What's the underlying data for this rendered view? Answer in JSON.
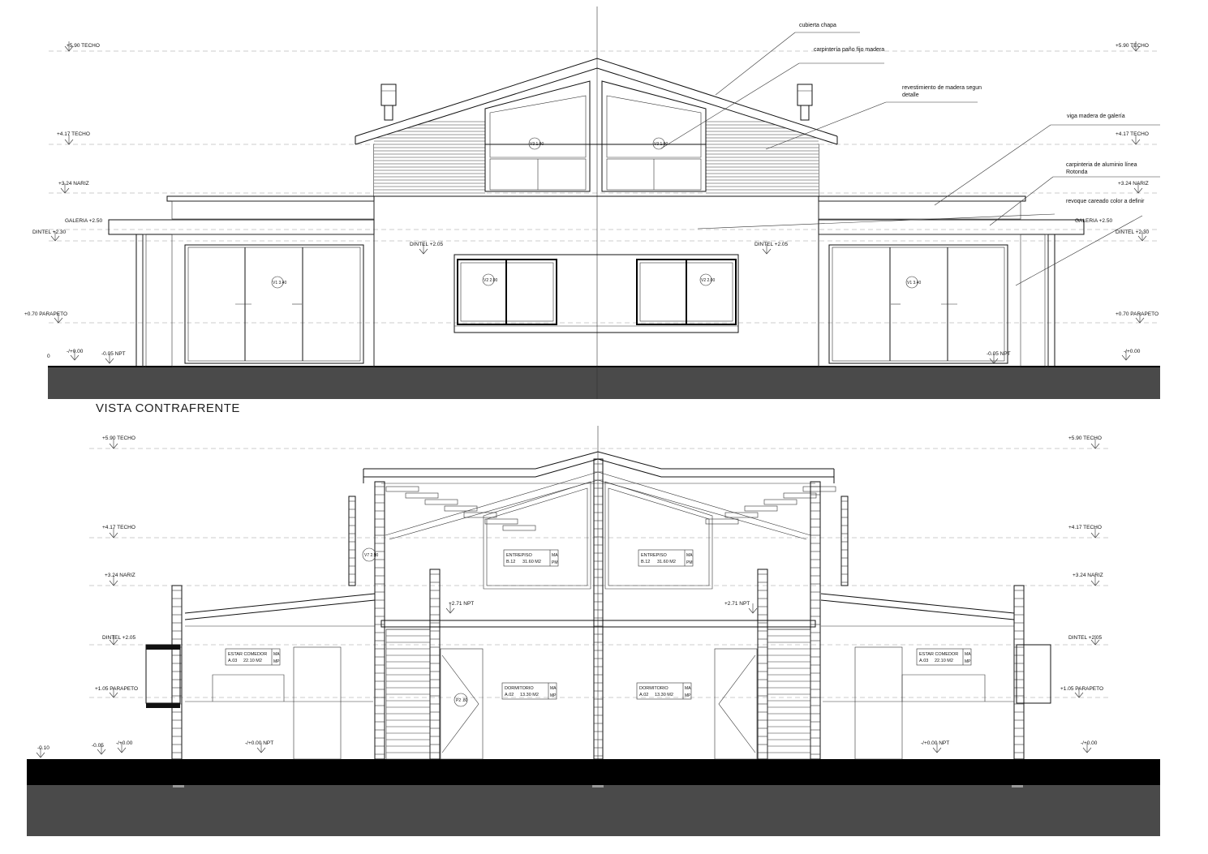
{
  "elevation": {
    "title": "VISTA CONTRAFRENTE",
    "levels_left": [
      "+5.90 TECHO",
      "+4.17 TECHO",
      "+3.24 NARIZ",
      "GALERIA +2.50",
      "DINTEL +2.30",
      "+0.70 PARAPETO",
      "-0.05 NPT",
      "-/+0.00",
      "0"
    ],
    "levels_right": [
      "+5.90 TECHO",
      "+4.17 TECHO",
      "+3.24 NARIZ",
      "GALERIA +2.50",
      "DINTEL +2.30",
      "+0.70 PARAPETO",
      "-0.05 NPT",
      "-/+0.00"
    ],
    "dintel_mid": [
      "DINTEL +2.05",
      "DINTEL +2.05"
    ],
    "window_tags": [
      "V3 1.90",
      "V3 1.90",
      "V1 3.40",
      "V2 2.00",
      "V2 2.00",
      "V1 3.40"
    ],
    "notes": [
      "cubierta chapa",
      "carpintería paño fijo madera",
      "revestimiento de madera segun detalle",
      "viga madera de galería",
      "carpinteria de aluminio línea Rotonda",
      "revoque careado color a definir"
    ]
  },
  "section": {
    "levels_left": [
      "+5.90 TECHO",
      "+4.17 TECHO",
      "+3.24 NARIZ",
      "DINTEL +2.05",
      "+1.05 PARAPETO",
      "-0.05",
      "-/+0.00",
      "-0.10",
      "-/+0.00 NPT"
    ],
    "levels_right": [
      "+5.90 TECHO",
      "+4.17 TECHO",
      "+3.24 NARIZ",
      "DINTEL +2.05",
      "+1.05 PARAPETO",
      "-/+0.00",
      "-/+0.00 NPT"
    ],
    "npt_upper": [
      "+2.71 NPT",
      "+2.71 NPT"
    ],
    "rooms": [
      {
        "name": "ENTREPISO",
        "code": "B.12",
        "area": "31.60 M2",
        "t1": "MA",
        "t2": "PM"
      },
      {
        "name": "ENTREPISO",
        "code": "B.12",
        "area": "31.60 M2",
        "t1": "MA",
        "t2": "PM"
      },
      {
        "name": "ESTAR COMEDOR",
        "code": "A.03",
        "area": "22.10 M2",
        "t1": "MA",
        "t2": "MP"
      },
      {
        "name": "DORMITORIO",
        "code": "A.02",
        "area": "13.30 M2",
        "t1": "MA",
        "t2": "MP"
      },
      {
        "name": "DORMITORIO",
        "code": "A.02",
        "area": "13.30 M2",
        "t1": "MA",
        "t2": "MP"
      },
      {
        "name": "ESTAR COMEDOR",
        "code": "A.03",
        "area": "22.10 M2",
        "t1": "MA",
        "t2": "MP"
      }
    ],
    "tags": [
      "V7 2.90",
      "P2 .80"
    ]
  }
}
